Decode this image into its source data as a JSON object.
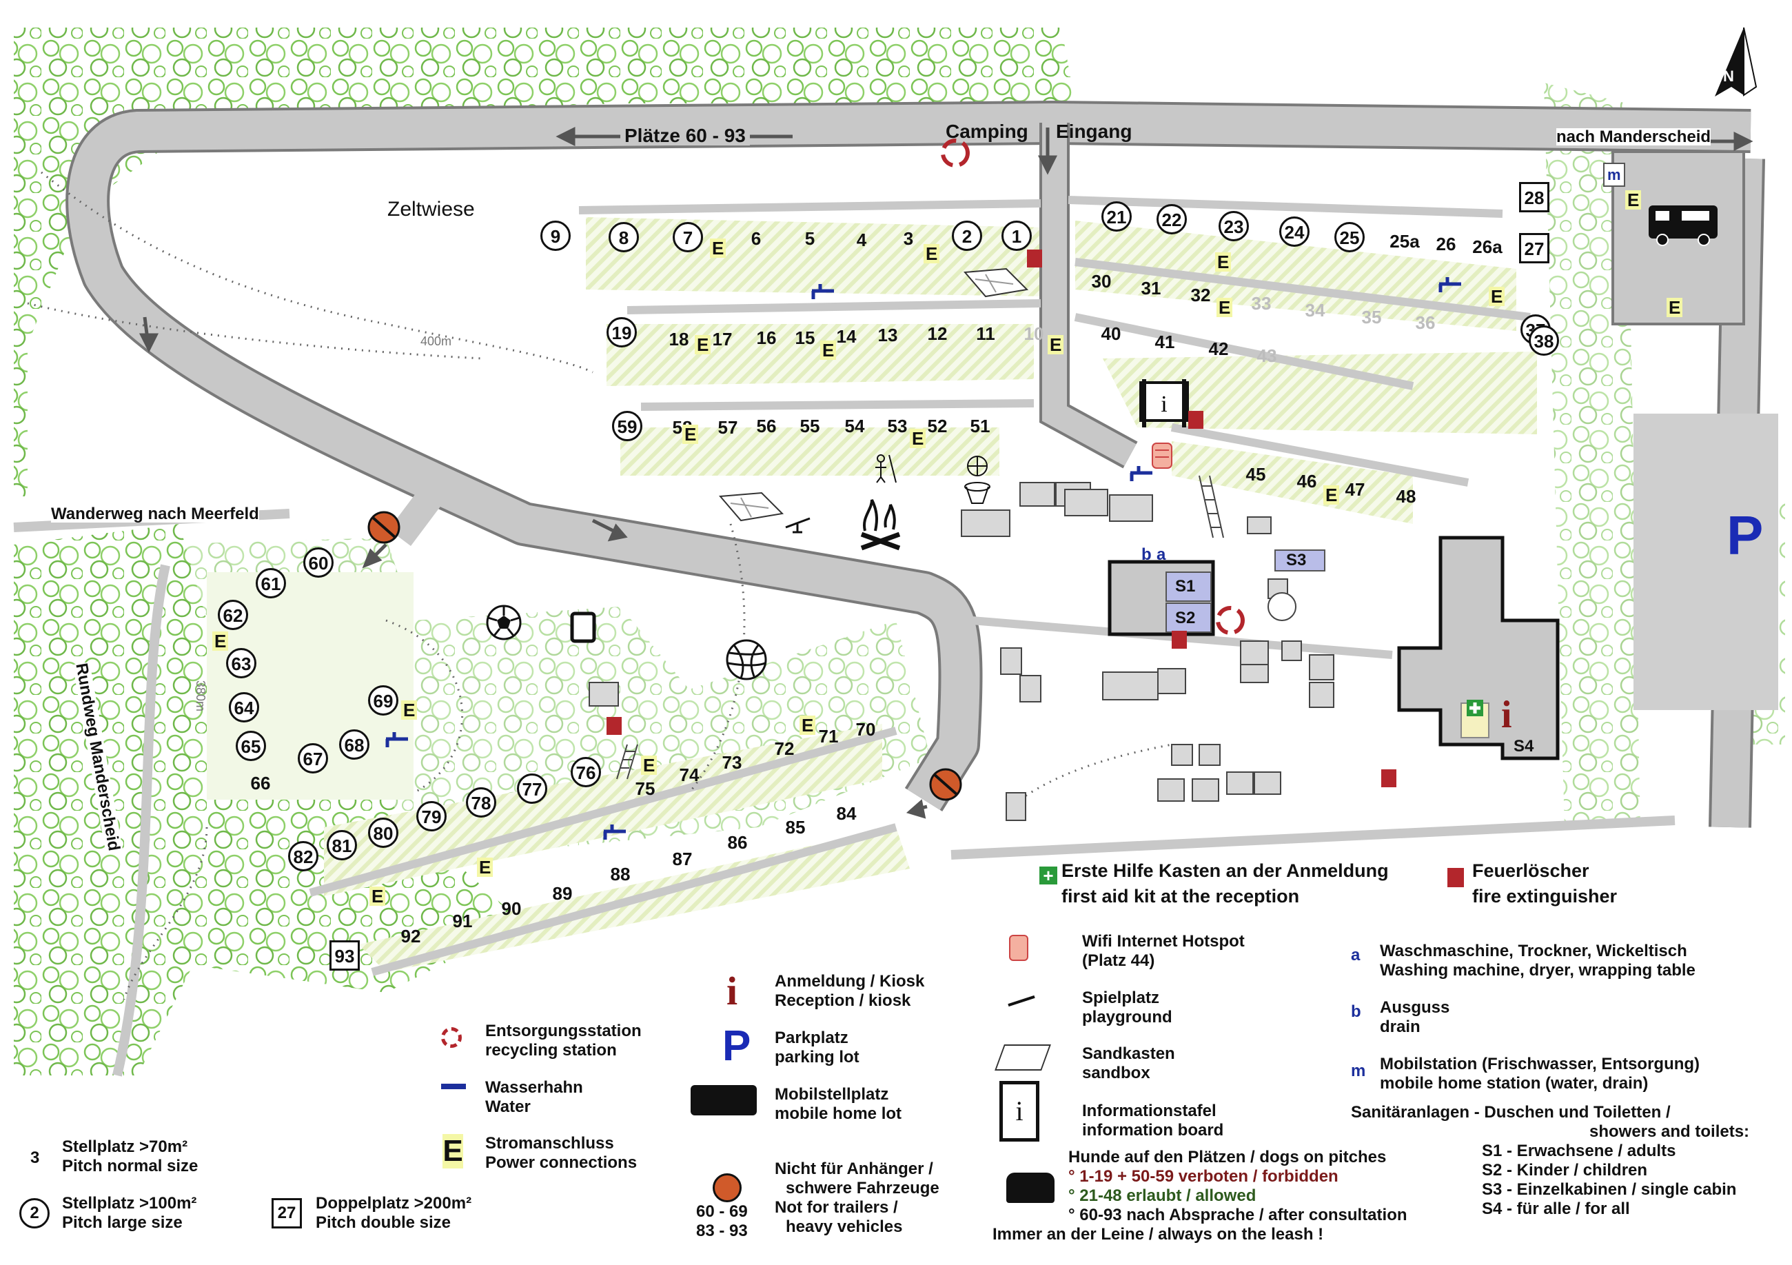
{
  "roads": {
    "plaetze": "Plätze 60 - 93",
    "camping": "Camping",
    "eingang": "Eingang",
    "nach_manderscheid": "nach Manderscheid",
    "wanderweg": "Wanderweg nach Meerfeld",
    "rundweg": "Rundweg Manderscheid",
    "alt400": "400m",
    "alt380": "380m"
  },
  "areas": {
    "zeltwiese": "Zeltwiese",
    "parking": "P",
    "s1": "S1",
    "s2": "S2",
    "s3": "S3",
    "s4": "S4",
    "a": "a",
    "b": "b",
    "m": "m"
  },
  "pitches_circled": [
    "9",
    "8",
    "7",
    "2",
    "1",
    "21",
    "22",
    "23",
    "24",
    "25",
    "19",
    "37",
    "38",
    "59",
    "60",
    "61",
    "62",
    "63",
    "64",
    "65",
    "69",
    "67",
    "68",
    "76",
    "77",
    "78",
    "79",
    "80",
    "81",
    "82"
  ],
  "pitches_plain": [
    "6",
    "5",
    "4",
    "3",
    "25a",
    "26",
    "26a",
    "30",
    "31",
    "32",
    "33",
    "34",
    "35",
    "36",
    "18",
    "17",
    "16",
    "15",
    "14",
    "13",
    "12",
    "11",
    "10",
    "40",
    "41",
    "42",
    "43",
    "58",
    "57",
    "56",
    "55",
    "54",
    "53",
    "52",
    "51",
    "45",
    "46",
    "47",
    "48",
    "66",
    "75",
    "74",
    "73",
    "72",
    "71",
    "70",
    "84",
    "85",
    "86",
    "87",
    "88",
    "89",
    "90",
    "91",
    "92"
  ],
  "pitches_boxed": [
    "28",
    "27",
    "93"
  ],
  "power_symbol": "E",
  "legend": {
    "first_aid_de": "Erste Hilfe Kasten an der Anmeldung",
    "first_aid_en": "first aid kit at the reception",
    "fire_de": "Feuerlöscher",
    "fire_en": "fire extinguisher",
    "recycling_de": "Entsorgungsstation",
    "recycling_en": "recycling station",
    "water_de": "Wasserhahn",
    "water_en": "Water",
    "power_de": "Stromanschluss",
    "power_en": "Power connections",
    "reception_de": "Anmeldung / Kiosk",
    "reception_en": "Reception / kiosk",
    "parking_de": "Parkplatz",
    "parking_en": "parking lot",
    "mobile_de": "Mobilstellplatz",
    "mobile_en": "mobile home lot",
    "trailer_de": "Nicht für Anhänger /",
    "trailer_de2": "schwere Fahrzeuge",
    "trailer_en": "Not for trailers /",
    "trailer_en2": "heavy vehicles",
    "trailer_range1": "60 - 69",
    "trailer_range2": "83 - 93",
    "wifi_de": "Wifi Internet Hotspot",
    "wifi_en": "(Platz 44)",
    "play_de": "Spielplatz",
    "play_en": "playground",
    "sand_de": "Sandkasten",
    "sand_en": "sandbox",
    "info_de": "Informationstafel",
    "info_en": "information board",
    "a_de": "Waschmaschine, Trockner, Wickeltisch",
    "a_en": "Washing machine, dryer, wrapping table",
    "b_de": "Ausguss",
    "b_en": "drain",
    "m_de": "Mobilstation (Frischwasser, Entsorgung)",
    "m_en": "mobile home station (water, drain)",
    "sanit_1": "Sanitäranlagen - Duschen und Toiletten /",
    "sanit_2": "showers and toilets:",
    "s1_txt": "S1 - Erwachsene / adults",
    "s2_txt": "S2 - Kinder / children",
    "s3_txt": "S3 - Einzelkabinen / single cabin",
    "s4_txt": "S4 - für alle / for all",
    "dogs_title": "Hunde auf den Plätzen / dogs on pitches",
    "dogs_1": "° 1-19 + 50-59 verboten / forbidden",
    "dogs_2": "° 21-48 erlaubt / allowed",
    "dogs_3": "° 60-93 nach Absprache / after consultation",
    "dogs_4": "Immer an der Leine / always on the leash !",
    "size_normal_n": "3",
    "size_normal_de": "Stellplatz >70m²",
    "size_normal_en": "Pitch normal size",
    "size_large_n": "2",
    "size_large_de": "Stellplatz >100m²",
    "size_large_en": "Pitch large size",
    "size_double_n": "27",
    "size_double_de": "Doppelplatz >200m²",
    "size_double_en": "Pitch double size"
  },
  "colors": {
    "road": "#c8c8c8",
    "road_edge": "#7a7a7a",
    "tree": "#7cc456",
    "meadow": "#eef5d8",
    "sanitary": "#b9bde8",
    "fire": "#b3262c",
    "water": "#1c2f9c",
    "parking": "#1a2bb5",
    "power": "#f4f7a6",
    "dogs_forbidden": "#7a1a1a",
    "dogs_allowed": "#2d5a1d"
  }
}
